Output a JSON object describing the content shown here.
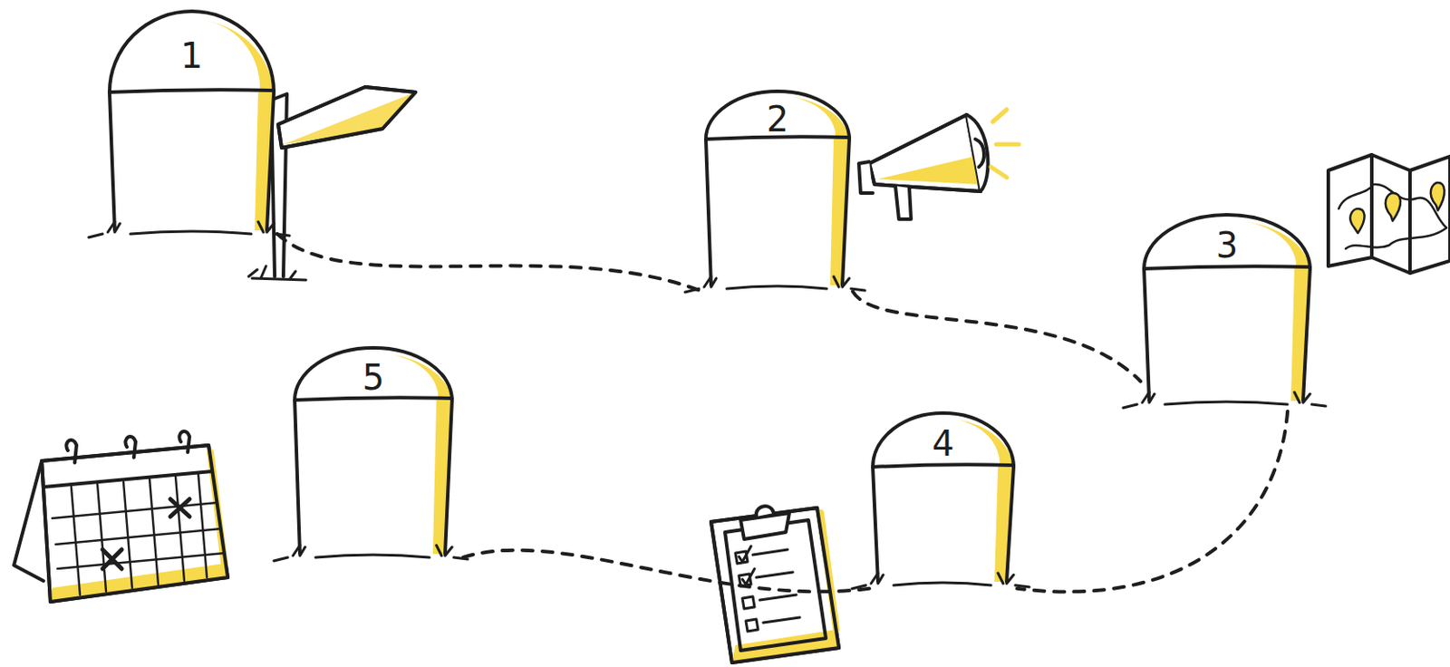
{
  "diagram": {
    "nodes": [
      {
        "text": [
          "1"
        ]
      },
      {
        "text": [
          "2"
        ]
      },
      {
        "text": [
          "3"
        ]
      },
      {
        "text": [
          "4"
        ]
      },
      {
        "text": [
          "5"
        ]
      }
    ],
    "edges": [
      {
        "from": 0,
        "to": 1,
        "arrow": "none"
      },
      {
        "from": 1,
        "to": 2,
        "arrow": "none"
      },
      {
        "from": 2,
        "to": 3,
        "arrow": "none"
      },
      {
        "from": 3,
        "to": 4,
        "arrow": "none"
      }
    ]
  }
}
